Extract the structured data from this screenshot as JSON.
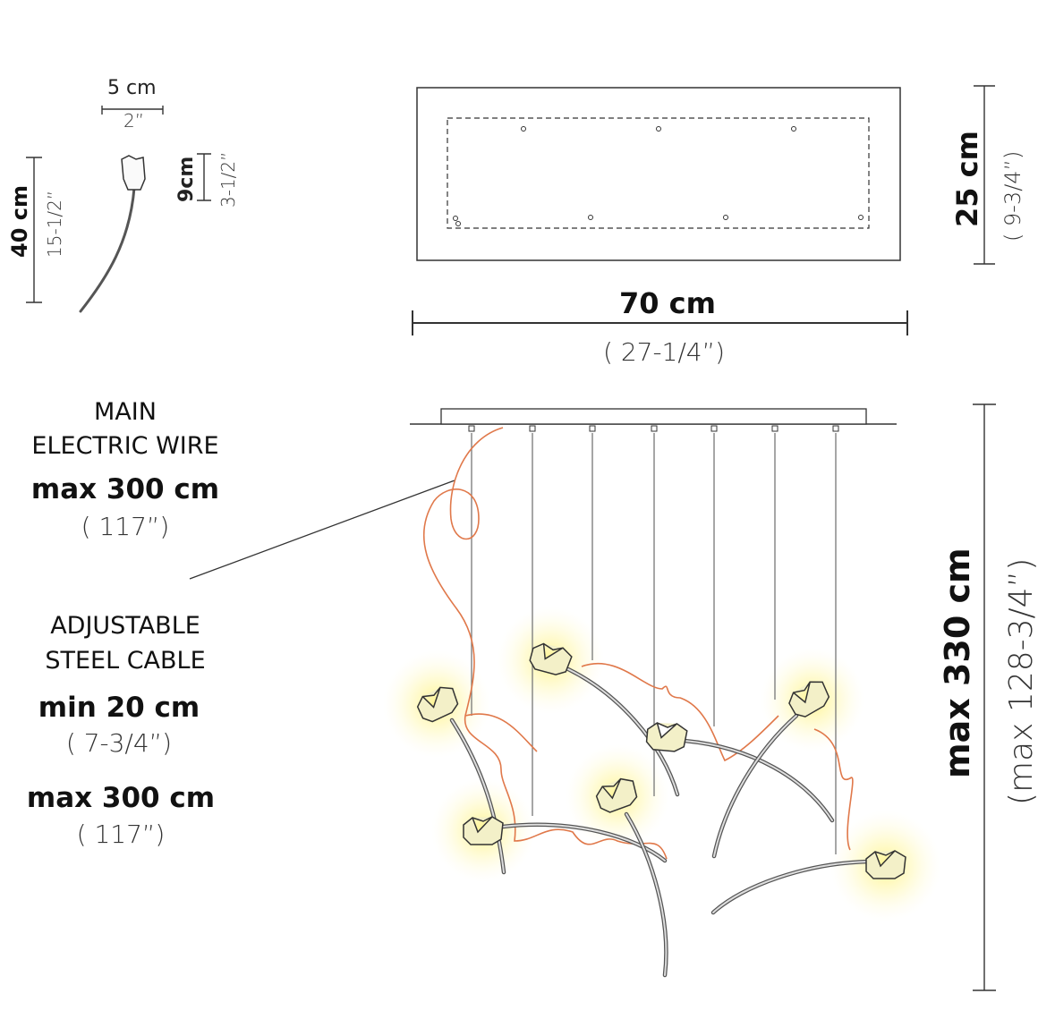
{
  "single_lamp": {
    "width_cm": "5 cm",
    "width_in": "2”",
    "height_cm": "40 cm",
    "height_in": "15-1/2”",
    "head_cm": "9cm",
    "head_in": "3-1/2”"
  },
  "canopy": {
    "depth_cm": "25 cm",
    "depth_in": "( 9-3/4”)",
    "width_cm": "70 cm",
    "width_in": "( 27-1/4”)"
  },
  "overall": {
    "height_cm": "max 330 cm",
    "height_in": "(max 128-3/4”)"
  },
  "labels": {
    "wire_title_1": "MAIN",
    "wire_title_2": "ELECTRIC WIRE",
    "wire_max": "max 300 cm",
    "wire_max_in": "( 117”)",
    "cable_title_1": "ADJUSTABLE",
    "cable_title_2": "STEEL CABLE",
    "cable_min": "min 20 cm",
    "cable_min_in": "( 7-3/4”)",
    "cable_max": "max 300 cm",
    "cable_max_in": "( 117”)"
  },
  "colors": {
    "wire": "#e0784a",
    "glow": "#fff27a"
  }
}
